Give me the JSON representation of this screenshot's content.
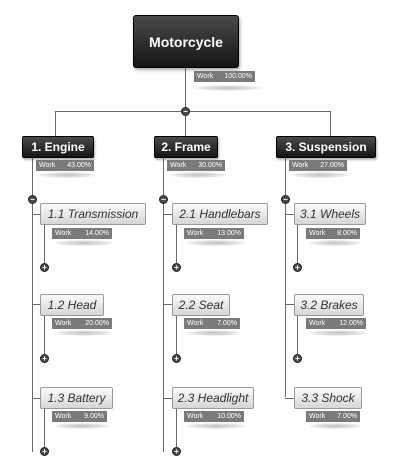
{
  "root": {
    "label": "Motorcycle",
    "metric_label": "Work",
    "metric_value": "100.00%"
  },
  "branches": [
    {
      "label": "1.  Engine",
      "metric_label": "Work",
      "metric_value": "43.00%",
      "children": [
        {
          "label": "1.1  Transmission",
          "metric_label": "Work",
          "metric_value": "14.00%"
        },
        {
          "label": "1.2  Head",
          "metric_label": "Work",
          "metric_value": "20.00%"
        },
        {
          "label": "1.3  Battery",
          "metric_label": "Work",
          "metric_value": "9.00%"
        }
      ]
    },
    {
      "label": "2.  Frame",
      "metric_label": "Work",
      "metric_value": "30.00%",
      "children": [
        {
          "label": "2.1  Handlebars",
          "metric_label": "Work",
          "metric_value": "13.00%"
        },
        {
          "label": "2.2  Seat",
          "metric_label": "Work",
          "metric_value": "7.00%"
        },
        {
          "label": "2.3  Headlight",
          "metric_label": "Work",
          "metric_value": "10.00%"
        }
      ]
    },
    {
      "label": "3.  Suspension",
      "metric_label": "Work",
      "metric_value": "27.00%",
      "children": [
        {
          "label": "3.1  Wheels",
          "metric_label": "Work",
          "metric_value": "8.00%"
        },
        {
          "label": "3.2  Brakes",
          "metric_label": "Work",
          "metric_value": "12.00%"
        },
        {
          "label": "3.3  Shock",
          "metric_label": "Work",
          "metric_value": "7.00%"
        }
      ]
    }
  ],
  "icons": {
    "collapse": "minus-icon",
    "expand": "plus-icon"
  },
  "colors": {
    "dark_node": "#222222",
    "light_node": "#e6e6e6",
    "badge": "#7a7a7a",
    "connector": "#6a6a6a"
  }
}
